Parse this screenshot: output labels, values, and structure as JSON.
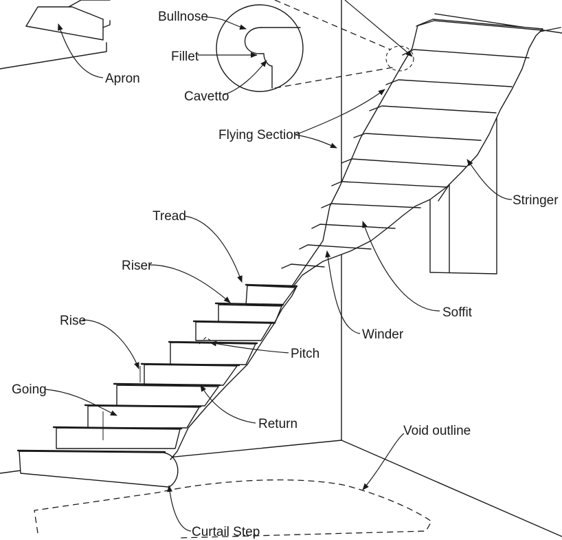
{
  "diagram": {
    "labels": {
      "bullnose": "Bullnose",
      "fillet": "Fillet",
      "cavetto": "Cavetto",
      "apron": "Apron",
      "flying_section": "Flying Section",
      "stringer": "Stringer",
      "tread": "Tread",
      "riser": "Riser",
      "soffit": "Soffit",
      "rise": "Rise",
      "winder": "Winder",
      "pitch": "Pitch",
      "going": "Going",
      "return": "Return",
      "void_outline": "Void outline",
      "curtail_step": "Curtail Step"
    }
  }
}
